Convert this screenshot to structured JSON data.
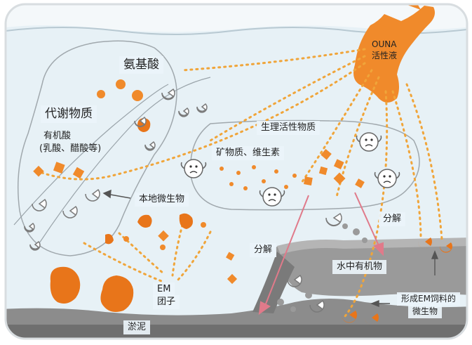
{
  "labels": {
    "amino_acid": "氨基酸",
    "metabolite": "代谢物质",
    "organic_acid": "有机酸",
    "organic_acid_detail": "(乳酸、醋酸等)",
    "ouna_line1": "OUNA",
    "ouna_line2": "活性液",
    "bioactive": "生理活性物质",
    "minerals": "矿物质、维生素",
    "local_microbe": "本地微生物",
    "em_line1": "EM",
    "em_line2": "团子",
    "decompose_1": "分解",
    "decompose_2": "分解",
    "water_organic": "水中有机物",
    "em_feed_line1": "形成EM饲料的",
    "em_feed_line2": "微生物",
    "sludge": "淤泥"
  },
  "colors": {
    "water": "#e7f1f6",
    "surface": "#f3f7f9",
    "sediment": "#8c8c8c",
    "sediment_dark": "#5f5f5f",
    "orange": "#f08a2b",
    "orange_dark": "#e8751a",
    "dots": "#f0a53a",
    "arrow_pink": "#e07a8a",
    "outline": "#9a9a9a"
  },
  "icons": [
    "pacman-microbe-icon",
    "smiley-microbe-icon",
    "orange-blob-icon",
    "diamond-particle-icon"
  ]
}
